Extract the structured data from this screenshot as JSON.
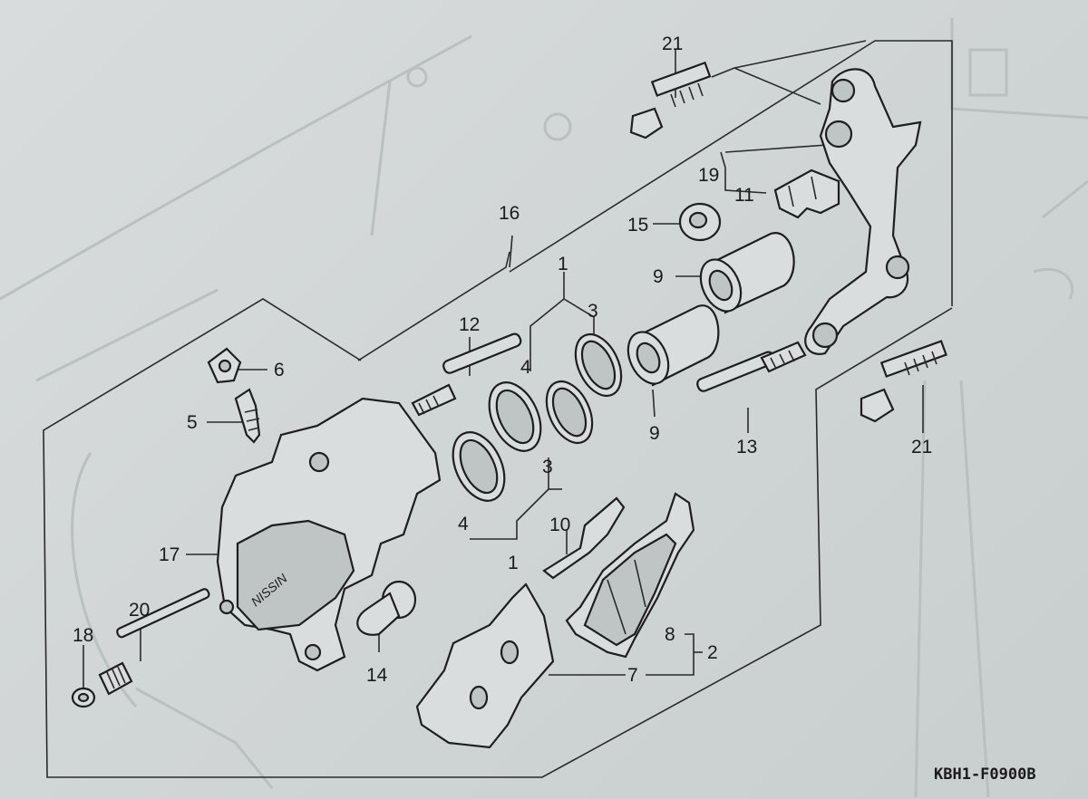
{
  "diagram": {
    "catalog_code": "KBH1-F0900B",
    "brand_mark": "NISSIN",
    "labels": [
      {
        "id": "21a",
        "text": "21"
      },
      {
        "id": "19",
        "text": "19"
      },
      {
        "id": "11",
        "text": "11"
      },
      {
        "id": "15",
        "text": "15"
      },
      {
        "id": "16",
        "text": "16"
      },
      {
        "id": "9a",
        "text": "9"
      },
      {
        "id": "1a",
        "text": "1"
      },
      {
        "id": "3a",
        "text": "3"
      },
      {
        "id": "12",
        "text": "12"
      },
      {
        "id": "4a",
        "text": "4"
      },
      {
        "id": "6",
        "text": "6"
      },
      {
        "id": "5",
        "text": "5"
      },
      {
        "id": "9b",
        "text": "9"
      },
      {
        "id": "13",
        "text": "13"
      },
      {
        "id": "21b",
        "text": "21"
      },
      {
        "id": "3b",
        "text": "3"
      },
      {
        "id": "4b",
        "text": "4"
      },
      {
        "id": "1b",
        "text": "1"
      },
      {
        "id": "10",
        "text": "10"
      },
      {
        "id": "17",
        "text": "17"
      },
      {
        "id": "20",
        "text": "20"
      },
      {
        "id": "8",
        "text": "8"
      },
      {
        "id": "2",
        "text": "2"
      },
      {
        "id": "18",
        "text": "18"
      },
      {
        "id": "14",
        "text": "14"
      },
      {
        "id": "7",
        "text": "7"
      }
    ]
  }
}
